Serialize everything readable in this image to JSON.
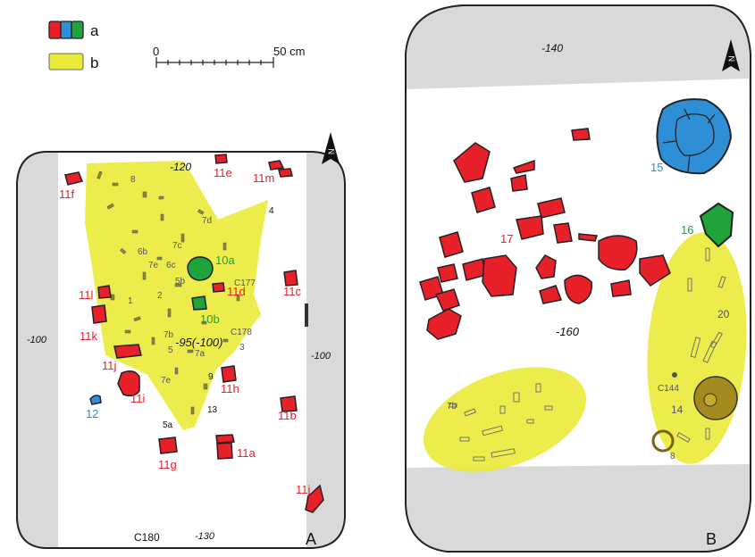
{
  "legend": {
    "items": [
      {
        "key": "a",
        "label": "a",
        "colors": [
          "#e8202a",
          "#2e8fd6",
          "#1fa33a"
        ]
      },
      {
        "key": "b",
        "label": "b",
        "colors": [
          "#eaea3a"
        ]
      }
    ],
    "scale": {
      "start": "0",
      "end": "50 cm"
    }
  },
  "panelA": {
    "letter": "A",
    "depths": {
      "top": "-120",
      "left": "-100",
      "right": "-100",
      "bottom": "-130",
      "center": "-95(-100)"
    },
    "plan_label": "C180",
    "labels": {
      "l11f": "11f",
      "l11e": "11e",
      "l11m": "11m",
      "l11l": "11l",
      "l11k": "11k",
      "l11j": "11j",
      "l11i": "11i",
      "l11h": "11h",
      "l11d": "11d",
      "l11c": "11c",
      "l11b": "11b",
      "l11a": "11a",
      "l11g": "11g",
      "l11j2": "11j",
      "l10a": "10a",
      "l10b": "10b",
      "l12": "12",
      "c177": "C177",
      "c178": "C178",
      "n8": "8",
      "n7d": "7d",
      "n4": "4",
      "n7c": "7c",
      "n6b": "6b",
      "n6c": "6c",
      "n7e": "7e",
      "n5b": "5b",
      "n2": "2",
      "n1": "1",
      "n7b": "7b",
      "n5": "5",
      "n7a": "7a",
      "n9": "9",
      "n5a": "5a",
      "n13": "13",
      "n3": "3"
    }
  },
  "panelB": {
    "letter": "B",
    "depths": {
      "top": "-140",
      "center": "-160"
    },
    "labels": {
      "l15": "15",
      "l16": "16",
      "l17": "17",
      "l14": "14",
      "l20": "20",
      "c144": "C144",
      "n8": "8",
      "n7b": "7b"
    }
  },
  "colors": {
    "red": "#e8202a",
    "blue": "#2e8fd6",
    "green": "#1fa33a",
    "yellow": "#eaea3a",
    "gray": "#d9d9d9",
    "olive": "#a58a1e",
    "labelRed": "#e8202a",
    "labelGreen": "#1fa33a",
    "labelBlue": "#2e8fd6"
  },
  "icons": [
    "north-arrow-icon"
  ]
}
